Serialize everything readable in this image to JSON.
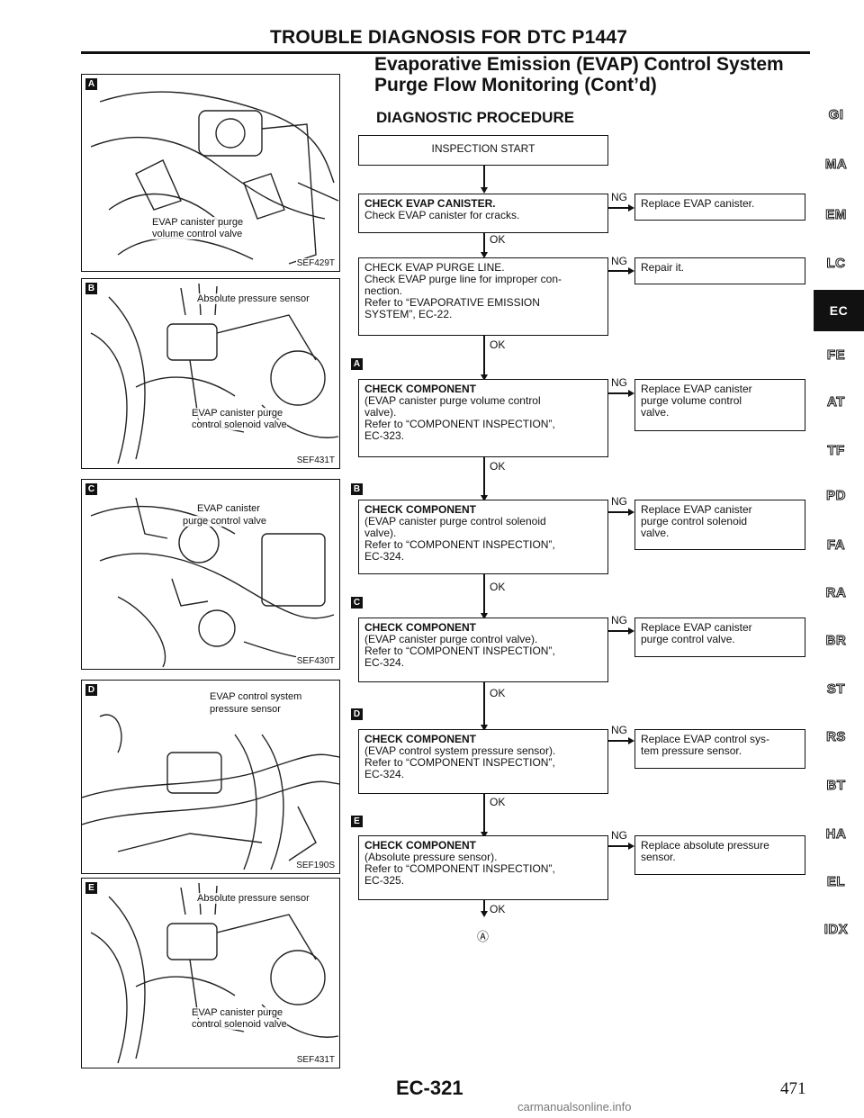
{
  "header": {
    "title": "TROUBLE DIAGNOSIS FOR DTC P1447",
    "section_title_line1": "Evaporative Emission (EVAP) Control System",
    "section_title_line2": "Purge Flow Monitoring (Cont’d)",
    "procedure_title": "DIAGNOSTIC PROCEDURE"
  },
  "figures": [
    {
      "badge": "A",
      "code": "SEF429T",
      "callouts": [
        "EVAP canister purge",
        "volume control valve"
      ]
    },
    {
      "badge": "B",
      "code": "SEF431T",
      "callouts": [
        "Absolute pressure sensor",
        "EVAP canister purge",
        "control solenoid valve"
      ]
    },
    {
      "badge": "C",
      "code": "SEF430T",
      "callouts": [
        "EVAP canister",
        "purge control valve"
      ]
    },
    {
      "badge": "D",
      "code": "SEF190S",
      "callouts": [
        "EVAP control system",
        "pressure sensor"
      ]
    },
    {
      "badge": "E",
      "code": "SEF431T",
      "callouts": [
        "Absolute pressure sensor",
        "EVAP canister purge",
        "control solenoid valve"
      ]
    }
  ],
  "flow": {
    "start": "INSPECTION START",
    "ok_label": "OK",
    "ng_label": "NG",
    "end_mark": "Ⓐ",
    "steps": [
      {
        "badge": "",
        "heading": "CHECK EVAP CANISTER.",
        "lines": [
          "Check EVAP canister for cracks."
        ],
        "action": [
          "Replace EVAP canister."
        ]
      },
      {
        "badge": "",
        "heading": "CHECK EVAP PURGE LINE.",
        "lines": [
          "Check EVAP purge line for improper con-",
          "nection.",
          "Refer to “EVAPORATIVE EMISSION",
          "SYSTEM”, EC-22."
        ],
        "action": [
          "Repair it."
        ]
      },
      {
        "badge": "A",
        "heading": "CHECK COMPONENT",
        "lines": [
          "(EVAP canister purge volume control",
          "valve).",
          "Refer to “COMPONENT INSPECTION”,",
          "EC-323."
        ],
        "action": [
          "Replace EVAP canister",
          "purge volume control",
          "valve."
        ]
      },
      {
        "badge": "B",
        "heading": "CHECK COMPONENT",
        "lines": [
          "(EVAP canister purge control solenoid",
          "valve).",
          "Refer to “COMPONENT INSPECTION”,",
          "EC-324."
        ],
        "action": [
          "Replace EVAP canister",
          "purge control solenoid",
          "valve."
        ]
      },
      {
        "badge": "C",
        "heading": "CHECK COMPONENT",
        "lines": [
          "(EVAP canister purge control valve).",
          "Refer to “COMPONENT INSPECTION”,",
          "EC-324."
        ],
        "action": [
          "Replace EVAP canister",
          "purge control valve."
        ]
      },
      {
        "badge": "D",
        "heading": "CHECK COMPONENT",
        "lines": [
          "(EVAP control system pressure sensor).",
          "Refer to “COMPONENT INSPECTION”,",
          "EC-324."
        ],
        "action": [
          "Replace EVAP control sys-",
          "tem pressure sensor."
        ]
      },
      {
        "badge": "E",
        "heading": "CHECK COMPONENT",
        "lines": [
          "(Absolute pressure sensor).",
          "Refer to “COMPONENT INSPECTION”,",
          "EC-325."
        ],
        "action": [
          "Replace absolute pressure",
          "sensor."
        ]
      }
    ]
  },
  "side_tabs": [
    "GI",
    "MA",
    "EM",
    "LC",
    "EC",
    "FE",
    "AT",
    "TF",
    "PD",
    "FA",
    "RA",
    "BR",
    "ST",
    "RS",
    "BT",
    "HA",
    "EL",
    "IDX"
  ],
  "active_tab": "EC",
  "footer": {
    "page_code": "EC-321",
    "page_number": "471",
    "watermark": "carmanualsonline.info"
  }
}
